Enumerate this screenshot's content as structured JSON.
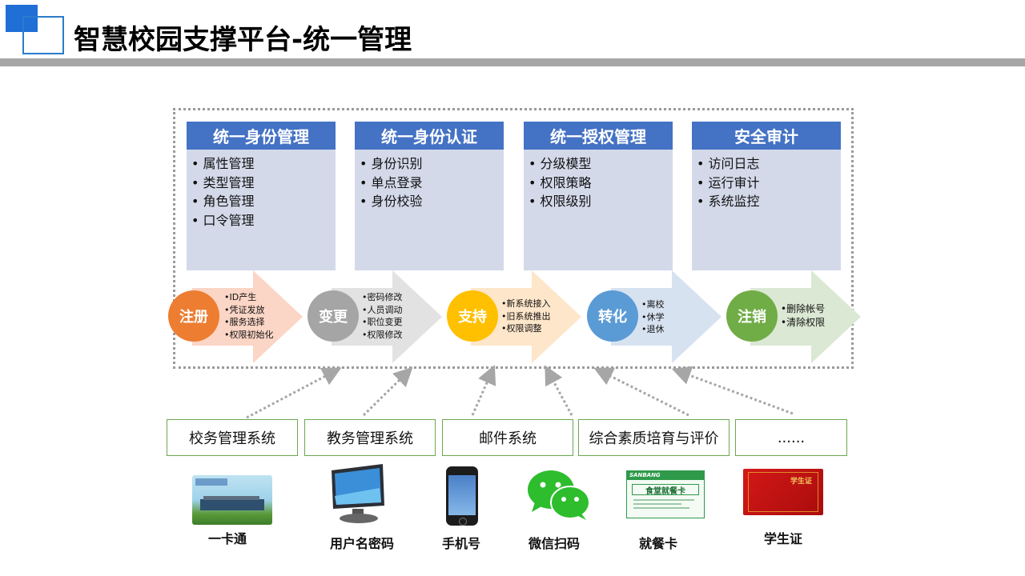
{
  "page": {
    "title": "智慧校园支撑平台-统一管理"
  },
  "modules": [
    {
      "title": "统一身份管理",
      "items": [
        "属性管理",
        "类型管理",
        "角色管理",
        "口令管理"
      ]
    },
    {
      "title": "统一身份认证",
      "items": [
        "身份识别",
        "单点登录",
        "身份校验"
      ]
    },
    {
      "title": "统一授权管理",
      "items": [
        "分级模型",
        "权限策略",
        "权限级别"
      ]
    },
    {
      "title": "安全审计",
      "items": [
        "访问日志",
        "运行审计",
        "系统监控"
      ]
    }
  ],
  "stages": [
    {
      "label": "注册",
      "color": "#ed7d31",
      "arrow_color": "#fbd5c5",
      "items": [
        "ID产生",
        "凭证发放",
        "服务选择",
        "权限初始化"
      ]
    },
    {
      "label": "变更",
      "color": "#a5a5a5",
      "arrow_color": "#e2e2e2",
      "items": [
        "密码修改",
        "人员调动",
        "职位变更",
        "权限修改"
      ]
    },
    {
      "label": "支持",
      "color": "#ffc000",
      "arrow_color": "#fde6c9",
      "items": [
        "新系统接入",
        "旧系统推出",
        "权限调整"
      ]
    },
    {
      "label": "转化",
      "color": "#5b9bd5",
      "arrow_color": "#d7e2f1",
      "items": [
        "离校",
        "休学",
        "退休"
      ]
    },
    {
      "label": "注销",
      "color": "#70ad47",
      "arrow_color": "#dbe8d3",
      "items": [
        "删除帐号",
        "清除权限"
      ]
    }
  ],
  "systems": [
    "校务管理系统",
    "教务管理系统",
    "邮件系统",
    "综合素质培育与评价",
    "......"
  ],
  "credentials": [
    {
      "label": "一卡通",
      "icon": "campus-card-icon"
    },
    {
      "label": "用户名密码",
      "icon": "monitor-icon"
    },
    {
      "label": "手机号",
      "icon": "mobile-phone-icon"
    },
    {
      "label": "微信扫码",
      "icon": "wechat-icon"
    },
    {
      "label": "就餐卡",
      "icon": "meal-card-icon",
      "card_text": "食堂就餐卡",
      "brand": "SANBANG"
    },
    {
      "label": "学生证",
      "icon": "student-id-icon",
      "cover_text": "学生证"
    }
  ],
  "colors": {
    "module_header": "#4472c4",
    "module_body": "#d4d9ea",
    "system_border": "#6aa84f",
    "title_bar": "#a6a6a6"
  }
}
